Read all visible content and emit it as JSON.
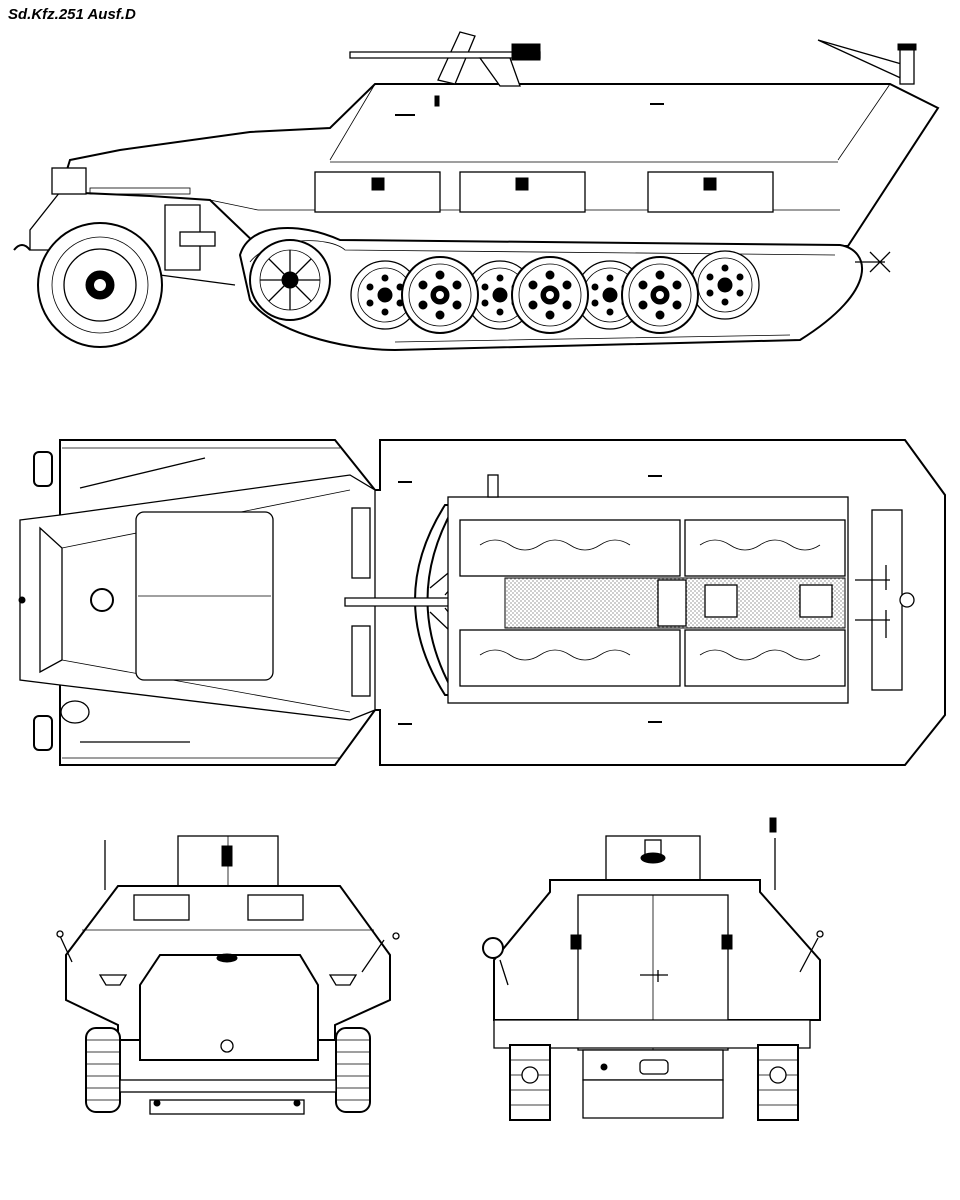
{
  "title": "Sd.Kfz.251 Ausf.D",
  "colors": {
    "line": "#000000",
    "background": "#ffffff"
  },
  "views": [
    "side-view",
    "top-view",
    "front-view",
    "rear-view"
  ]
}
